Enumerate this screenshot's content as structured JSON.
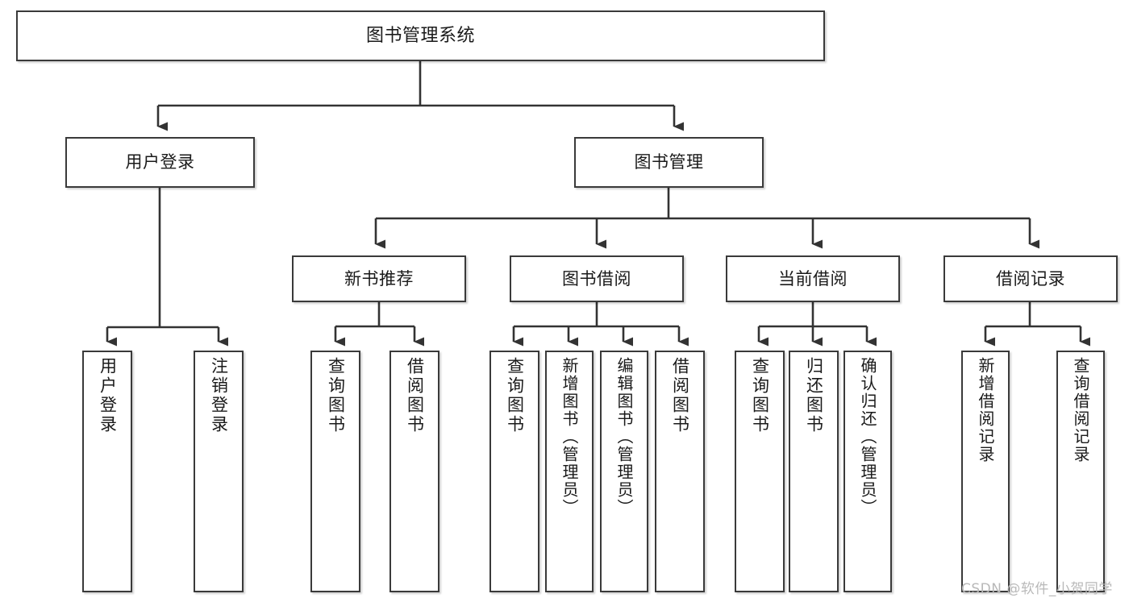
{
  "diagram": {
    "title": "图书管理系统",
    "type": "tree-hierarchy-chart",
    "colors": {
      "box_border": "#3a3a3a",
      "box_fill": "#ffffff",
      "connector": "#333333",
      "text": "#1a1a1a",
      "watermark": "#b9b9b9"
    },
    "root": {
      "label": "图书管理系统"
    },
    "level2": [
      {
        "label": "用户登录"
      },
      {
        "label": "图书管理"
      }
    ],
    "level3": [
      {
        "label": "新书推荐"
      },
      {
        "label": "图书借阅"
      },
      {
        "label": "当前借阅"
      },
      {
        "label": "借阅记录"
      }
    ],
    "leaves": {
      "user_login": [
        {
          "label": "用户登录"
        },
        {
          "label": "注销登录"
        }
      ],
      "new_book_recommend": [
        {
          "label": "查询图书"
        },
        {
          "label": "借阅图书"
        }
      ],
      "book_borrow": [
        {
          "label": "查询图书"
        },
        {
          "label": "新增图书（管理员）"
        },
        {
          "label": "编辑图书（管理员）"
        },
        {
          "label": "借阅图书"
        }
      ],
      "current_borrow": [
        {
          "label": "查询图书"
        },
        {
          "label": "归还图书"
        },
        {
          "label": "确认归还（管理员）"
        }
      ],
      "borrow_record": [
        {
          "label": "新增借阅记录"
        },
        {
          "label": "查询借阅记录"
        }
      ]
    }
  },
  "watermark": {
    "text": "CSDN @软件_小贺同学"
  }
}
